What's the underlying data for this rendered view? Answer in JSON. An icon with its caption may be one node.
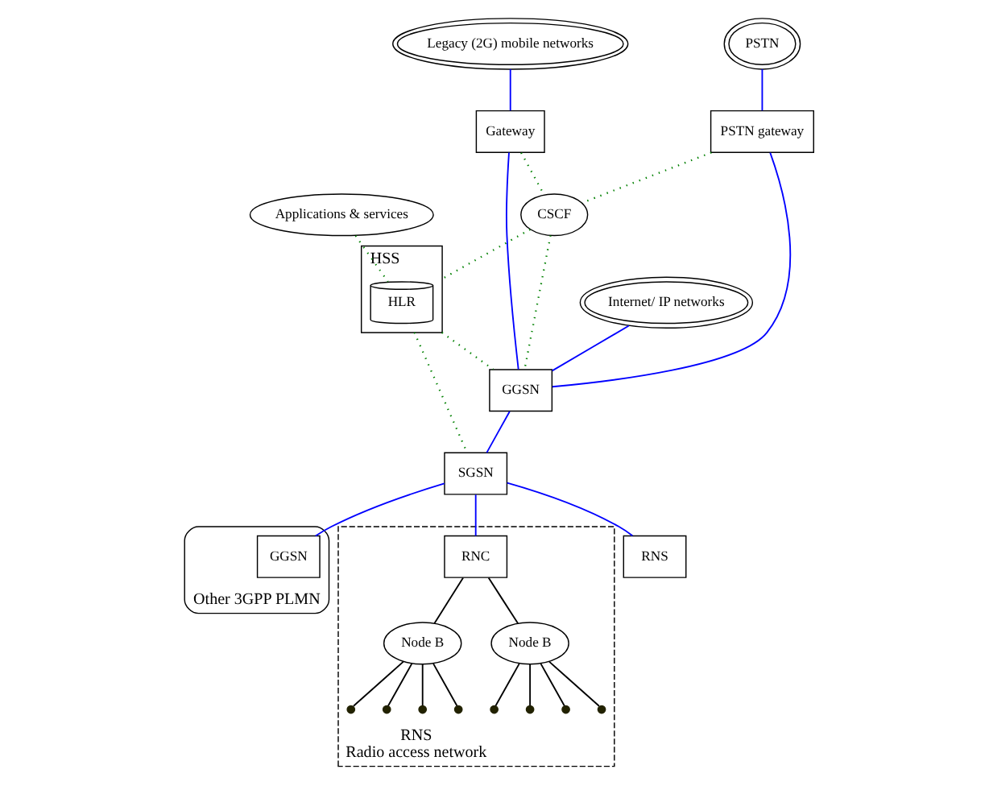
{
  "diagram": {
    "nodes": [
      {
        "text": [
          "PSTN"
        ]
      },
      {
        "text": [
          "Legacy (2G) mobile networks"
        ]
      },
      {
        "text": [
          "Applications & services"
        ]
      },
      {
        "text": [
          "Gateway"
        ]
      },
      {
        "text": [
          "CSCF"
        ]
      },
      {
        "text": [
          "HSS"
        ]
      },
      {
        "text": [
          "HLR"
        ],
        "in": 5
      },
      {
        "text": [
          "PSTN gateway"
        ]
      },
      {
        "text": [
          "Other 3GPP PLMN"
        ]
      },
      {
        "text": [
          "GGSN"
        ],
        "in": 8
      },
      {
        "text": [
          "GGSN"
        ]
      },
      {
        "text": [
          "SGSN"
        ]
      },
      {
        "text": [
          "Internet/ IP networks"
        ]
      },
      {
        "text": [
          "RNS",
          "Radio access network"
        ]
      },
      {
        "text": [
          "RNC"
        ],
        "in": 13
      },
      {
        "text": [
          "Node B"
        ],
        "in": 13
      },
      {
        "text": [
          "Node B"
        ],
        "in": 13
      },
      {
        "text": [
          "RNS"
        ]
      },
      {
        "text": [],
        "shape": "circle",
        "in": 13
      },
      {
        "text": [],
        "shape": "circle",
        "in": 13
      },
      {
        "text": [],
        "shape": "circle",
        "in": 13
      },
      {
        "text": [],
        "shape": "circle",
        "in": 13
      },
      {
        "text": [],
        "shape": "circle",
        "in": 13
      },
      {
        "text": [],
        "shape": "circle",
        "in": 13
      },
      {
        "text": [],
        "shape": "circle",
        "in": 13
      },
      {
        "text": [],
        "shape": "circle",
        "in": 13
      }
    ],
    "edges": [
      {
        "from": 0,
        "to": 7,
        "arrow": "none",
        "color": "#0000ff"
      },
      {
        "from": 1,
        "to": 3,
        "arrow": "none",
        "color": "#0000ff"
      },
      {
        "from": 2,
        "to": 6,
        "arrow": "none",
        "style": "dashed",
        "color": "#008000"
      },
      {
        "from": 3,
        "to": 4,
        "arrow": "none",
        "style": "dashed",
        "color": "#008000"
      },
      {
        "from": 4,
        "to": 5,
        "arrow": "none",
        "style": "dashed",
        "color": "#008000"
      },
      {
        "from": 7,
        "to": 4,
        "arrow": "none",
        "style": "dashed",
        "color": "#008000"
      },
      {
        "from": 3,
        "to": 10,
        "arrow": "none",
        "color": "#0000ff"
      },
      {
        "from": 4,
        "to": 10,
        "arrow": "none",
        "style": "dashed",
        "color": "#008000"
      },
      {
        "from": 5,
        "to": 10,
        "arrow": "none",
        "style": "dashed",
        "color": "#008000"
      },
      {
        "from": 5,
        "to": 11,
        "arrow": "none",
        "style": "dashed",
        "color": "#008000"
      },
      {
        "from": 7,
        "to": 10,
        "arrow": "none",
        "color": "#0000ff"
      },
      {
        "from": 12,
        "to": 10,
        "arrow": "none",
        "color": "#0000ff"
      },
      {
        "from": 10,
        "to": 11,
        "arrow": "none",
        "color": "#0000ff"
      },
      {
        "from": 11,
        "to": 9,
        "arrow": "none",
        "color": "#0000ff"
      },
      {
        "from": 11,
        "to": 14,
        "arrow": "none",
        "color": "#0000ff"
      },
      {
        "from": 11,
        "to": 17,
        "arrow": "none",
        "color": "#0000ff"
      },
      {
        "from": 14,
        "to": 15,
        "arrow": "none"
      },
      {
        "from": 14,
        "to": 16,
        "arrow": "none"
      },
      {
        "from": 15,
        "to": 18,
        "arrow": "none"
      },
      {
        "from": 15,
        "to": 19,
        "arrow": "none"
      },
      {
        "from": 15,
        "to": 20,
        "arrow": "none"
      },
      {
        "from": 15,
        "to": 21,
        "arrow": "none"
      },
      {
        "from": 16,
        "to": 22,
        "arrow": "none"
      },
      {
        "from": 16,
        "to": 23,
        "arrow": "none"
      },
      {
        "from": 16,
        "to": 24,
        "arrow": "none"
      },
      {
        "from": 16,
        "to": 25,
        "arrow": "none"
      }
    ]
  }
}
